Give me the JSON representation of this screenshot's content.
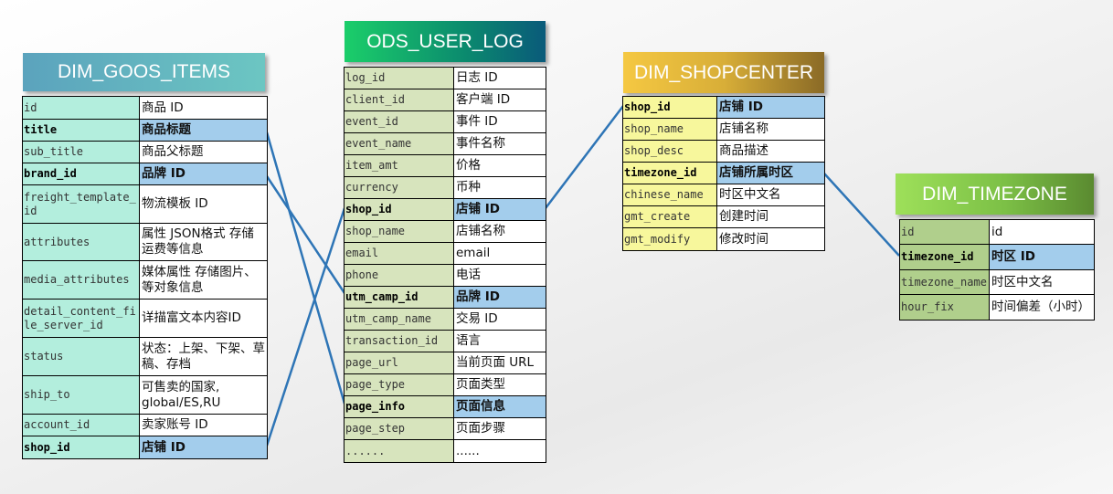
{
  "tables": {
    "goos": {
      "title": "DIM_GOOS_ITEMS",
      "rows": [
        {
          "field": "id",
          "desc": "商品 ID"
        },
        {
          "field": "title",
          "desc": "商品标题",
          "key": true
        },
        {
          "field": "sub_title",
          "desc": "商品父标题"
        },
        {
          "field": "brand_id",
          "desc": "品牌 ID",
          "key": true
        },
        {
          "field": "freight_template_id",
          "desc": "物流模板 ID"
        },
        {
          "field": "attributes",
          "desc": "属性 JSON格式 存储 运费等信息"
        },
        {
          "field": "media_attributes",
          "desc": "媒体属性 存储图片、等对象信息"
        },
        {
          "field": "detail_content_file_server_id",
          "desc": "详描富文本内容ID"
        },
        {
          "field": "status",
          "desc": "状态：上架、下架、草稿、存档"
        },
        {
          "field": "ship_to",
          "desc": "可售卖的国家, global/ES,RU"
        },
        {
          "field": "account_id",
          "desc": "卖家账号 ID"
        },
        {
          "field": "shop_id",
          "desc": "店铺 ID",
          "key": true
        }
      ]
    },
    "ods": {
      "title": "ODS_USER_LOG",
      "rows": [
        {
          "field": "log_id",
          "desc": "日志 ID"
        },
        {
          "field": "client_id",
          "desc": "客户端 ID"
        },
        {
          "field": "event_id",
          "desc": "事件 ID"
        },
        {
          "field": "event_name",
          "desc": "事件名称"
        },
        {
          "field": "item_amt",
          "desc": "价格"
        },
        {
          "field": "currency",
          "desc": "币种"
        },
        {
          "field": "shop_id",
          "desc": "店铺 ID",
          "key": true
        },
        {
          "field": "shop_name",
          "desc": "店铺名称"
        },
        {
          "field": "email",
          "desc": "email"
        },
        {
          "field": "phone",
          "desc": "电话"
        },
        {
          "field": "utm_camp_id",
          "desc": "品牌 ID",
          "key": true
        },
        {
          "field": "utm_camp_name",
          "desc": "交易 ID"
        },
        {
          "field": "transaction_id",
          "desc": "语言"
        },
        {
          "field": "page_url",
          "desc": "当前页面 URL"
        },
        {
          "field": "page_type",
          "desc": "页面类型"
        },
        {
          "field": "page_info",
          "desc": "页面信息",
          "key": true
        },
        {
          "field": "page_step",
          "desc": "页面步骤"
        },
        {
          "field": "......",
          "desc": "......"
        }
      ]
    },
    "shop": {
      "title": "DIM_SHOPCENTER",
      "rows": [
        {
          "field": "shop_id",
          "desc": "店铺 ID",
          "key": true
        },
        {
          "field": "shop_name",
          "desc": "店铺名称"
        },
        {
          "field": "shop_desc",
          "desc": "商品描述"
        },
        {
          "field": "timezone_id",
          "desc": "店铺所属时区",
          "key": true
        },
        {
          "field": "chinese_name",
          "desc": "时区中文名"
        },
        {
          "field": "gmt_create",
          "desc": "创建时间"
        },
        {
          "field": "gmt_modify",
          "desc": "修改时间"
        }
      ]
    },
    "tz": {
      "title": "DIM_TIMEZONE",
      "rows": [
        {
          "field": "id",
          "desc": "id"
        },
        {
          "field": "timezone_id",
          "desc": "时区 ID",
          "key": true
        },
        {
          "field": "timezone_name",
          "desc": "时区中文名"
        },
        {
          "field": "hour_fix",
          "desc": "时间偏差（小时）"
        }
      ]
    }
  },
  "colors": {
    "goos_field": "#b3eedd",
    "ods_field": "#d7e4bd",
    "shop_field": "#f7f79c",
    "tz_field": "#b0cf8c",
    "key_desc": "#a3cdec",
    "link": "#2e75b6"
  },
  "links": [
    {
      "from": "goos.title",
      "to": "ods.page_info"
    },
    {
      "from": "goos.brand_id",
      "to": "ods.utm_camp_id"
    },
    {
      "from": "goos.shop_id",
      "to": "ods.shop_id"
    },
    {
      "from": "ods.shop_id",
      "to": "shop.shop_id"
    },
    {
      "from": "shop.timezone_id",
      "to": "tz.timezone_id"
    }
  ]
}
